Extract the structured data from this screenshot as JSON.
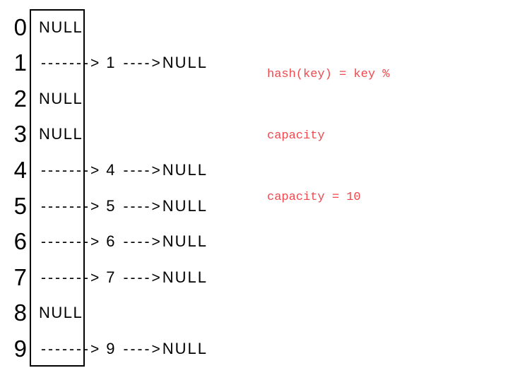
{
  "hash_table": {
    "null_label": "NULL",
    "pre_arrow": "------->",
    "post_arrow": "---->",
    "buckets": [
      {
        "index": "0",
        "type": "empty"
      },
      {
        "index": "1",
        "type": "chain",
        "node_value": "1"
      },
      {
        "index": "2",
        "type": "empty"
      },
      {
        "index": "3",
        "type": "empty"
      },
      {
        "index": "4",
        "type": "chain",
        "node_value": "4"
      },
      {
        "index": "5",
        "type": "chain",
        "node_value": "5"
      },
      {
        "index": "6",
        "type": "chain",
        "node_value": "6"
      },
      {
        "index": "7",
        "type": "chain",
        "node_value": "7"
      },
      {
        "index": "8",
        "type": "empty"
      },
      {
        "index": "9",
        "type": "chain",
        "node_value": "9"
      }
    ]
  },
  "annotation": {
    "color": "#f4474d",
    "lines": [
      "hash(key) = key %",
      "capacity",
      "capacity = 10"
    ]
  }
}
